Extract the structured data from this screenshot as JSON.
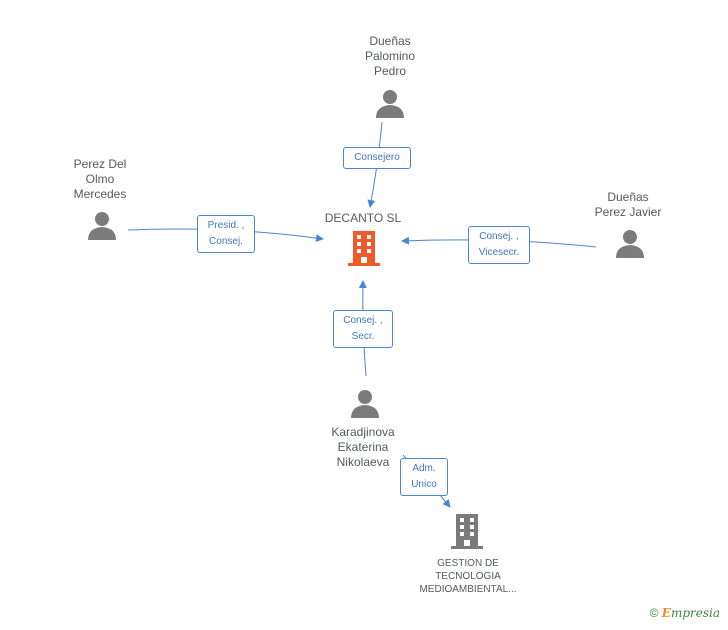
{
  "center": {
    "name": "DECANTO SL",
    "color": "#f05a28"
  },
  "people": [
    {
      "key": "top",
      "name": "Dueñas\nPalomino\nPedro"
    },
    {
      "key": "left",
      "name": "Perez Del\nOlmo\nMercedes"
    },
    {
      "key": "right",
      "name": "Dueñas\nPerez Javier"
    },
    {
      "key": "bottom",
      "name": "Karadjinova\nEkaterina\nNikolaeva"
    }
  ],
  "edges": [
    {
      "key": "top",
      "label": "Consejero"
    },
    {
      "key": "left",
      "label": "Presid. ,\nConsej."
    },
    {
      "key": "right",
      "label": "Consej. ,\nVicesecr."
    },
    {
      "key": "bottom",
      "label": "Consej. ,\nSecr."
    },
    {
      "key": "sub",
      "label": "Adm.\nUnico"
    }
  ],
  "sub_company": {
    "name": "GESTION DE\nTECNOLOGIA\nMEDIOAMBIENTAL...",
    "color": "#7a7a7a"
  },
  "footer": {
    "copyright": "©",
    "brand_first": "E",
    "brand_rest": "mpresia"
  },
  "colors": {
    "edge": "#4a86cf",
    "person": "#7b7b7b"
  }
}
